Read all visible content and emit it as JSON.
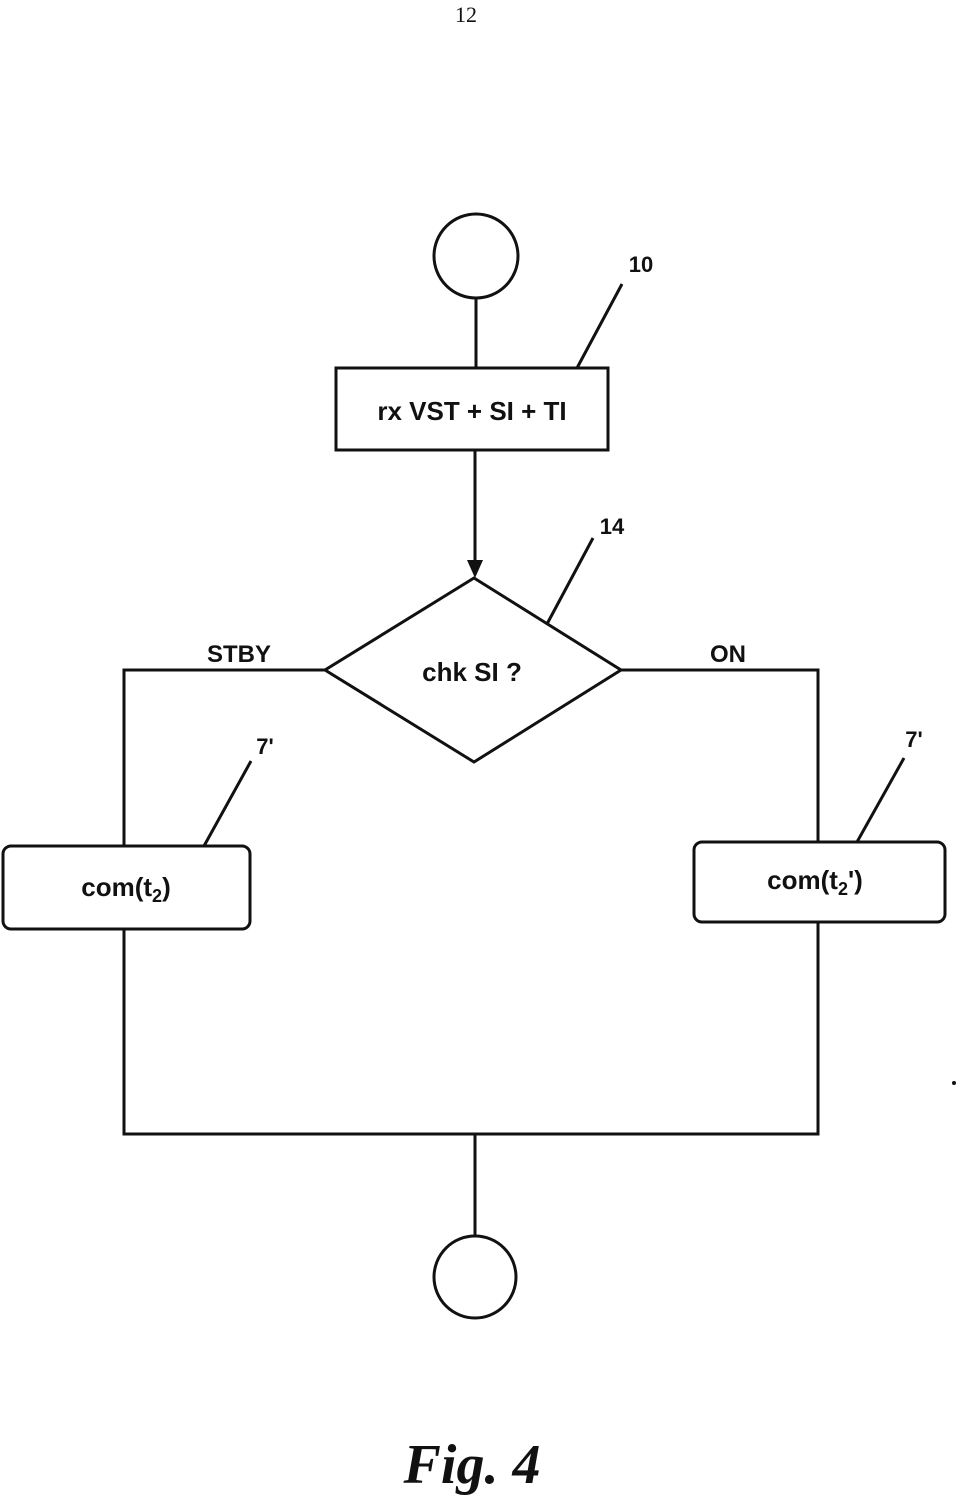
{
  "page_number": "12",
  "nodes": {
    "start_terminal": "",
    "process_box": {
      "text": "rx VST + SI + TI",
      "ref": "10"
    },
    "decision": {
      "text": "chk SI ?",
      "ref": "14"
    },
    "left_box": {
      "text_main": "com(t",
      "text_sub": "2",
      "text_tail": ")",
      "ref": "7'"
    },
    "right_box": {
      "text_main": "com(t",
      "text_sub": "2",
      "text_tail": "')",
      "ref": "7'"
    },
    "end_terminal": ""
  },
  "branches": {
    "left": "STBY",
    "right": "ON"
  },
  "caption": "Fig. 4"
}
